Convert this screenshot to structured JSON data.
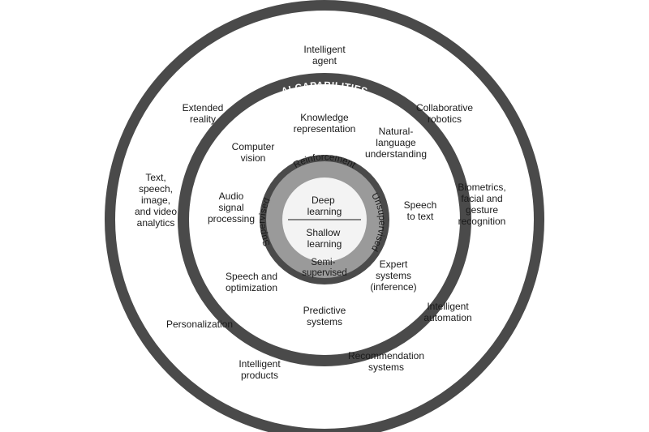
{
  "colors": {
    "background": "#ffffff",
    "ring_dark": "#4a4a4a",
    "inner_band": "#9a9a9a",
    "core": "#f3f3f3",
    "text": "#1a1a1a"
  },
  "rings": {
    "applications": {
      "title": "APPLICATIONS"
    },
    "ai_capabilities": {
      "title": "AI CAPABILITIES"
    },
    "machine_learning": {
      "title": "MACHINE LEARNING"
    }
  },
  "applications": [
    {
      "id": "intelligent-agent",
      "lines": [
        "Intelligent",
        "agent"
      ]
    },
    {
      "id": "collaborative-robotics",
      "lines": [
        "Collaborative",
        "robotics"
      ]
    },
    {
      "id": "biometrics",
      "lines": [
        "Biometrics,",
        "facial and",
        "gesture",
        "recognition"
      ]
    },
    {
      "id": "intelligent-automation",
      "lines": [
        "Intelligent",
        "automation"
      ]
    },
    {
      "id": "recommendation-systems",
      "lines": [
        "Recommendation",
        "systems"
      ]
    },
    {
      "id": "intelligent-products",
      "lines": [
        "Intelligent",
        "products"
      ]
    },
    {
      "id": "personalization",
      "lines": [
        "Personalization"
      ]
    },
    {
      "id": "text-speech-analytics",
      "lines": [
        "Text,",
        "speech,",
        "image,",
        "and video",
        "analytics"
      ]
    },
    {
      "id": "extended-reality",
      "lines": [
        "Extended",
        "reality"
      ]
    }
  ],
  "capabilities": [
    {
      "id": "knowledge-representation",
      "lines": [
        "Knowledge",
        "representation"
      ]
    },
    {
      "id": "nlu",
      "lines": [
        "Natural-",
        "language",
        "understanding"
      ]
    },
    {
      "id": "speech-to-text",
      "lines": [
        "Speech",
        "to text"
      ]
    },
    {
      "id": "expert-systems",
      "lines": [
        "Expert",
        "systems",
        "(inference)"
      ]
    },
    {
      "id": "predictive-systems",
      "lines": [
        "Predictive",
        "systems"
      ]
    },
    {
      "id": "speech-optimization",
      "lines": [
        "Speech and",
        "optimization"
      ]
    },
    {
      "id": "audio-signal",
      "lines": [
        "Audio",
        "signal",
        "processing"
      ]
    },
    {
      "id": "computer-vision",
      "lines": [
        "Computer",
        "vision"
      ]
    }
  ],
  "ml_types": {
    "top": "Reinforcement",
    "right": "Unsupervised",
    "bottom": [
      "Semi-",
      "supervised"
    ],
    "left": "Supervised"
  },
  "core": {
    "top": [
      "Deep",
      "learning"
    ],
    "bottom": [
      "Shallow",
      "learning"
    ]
  }
}
